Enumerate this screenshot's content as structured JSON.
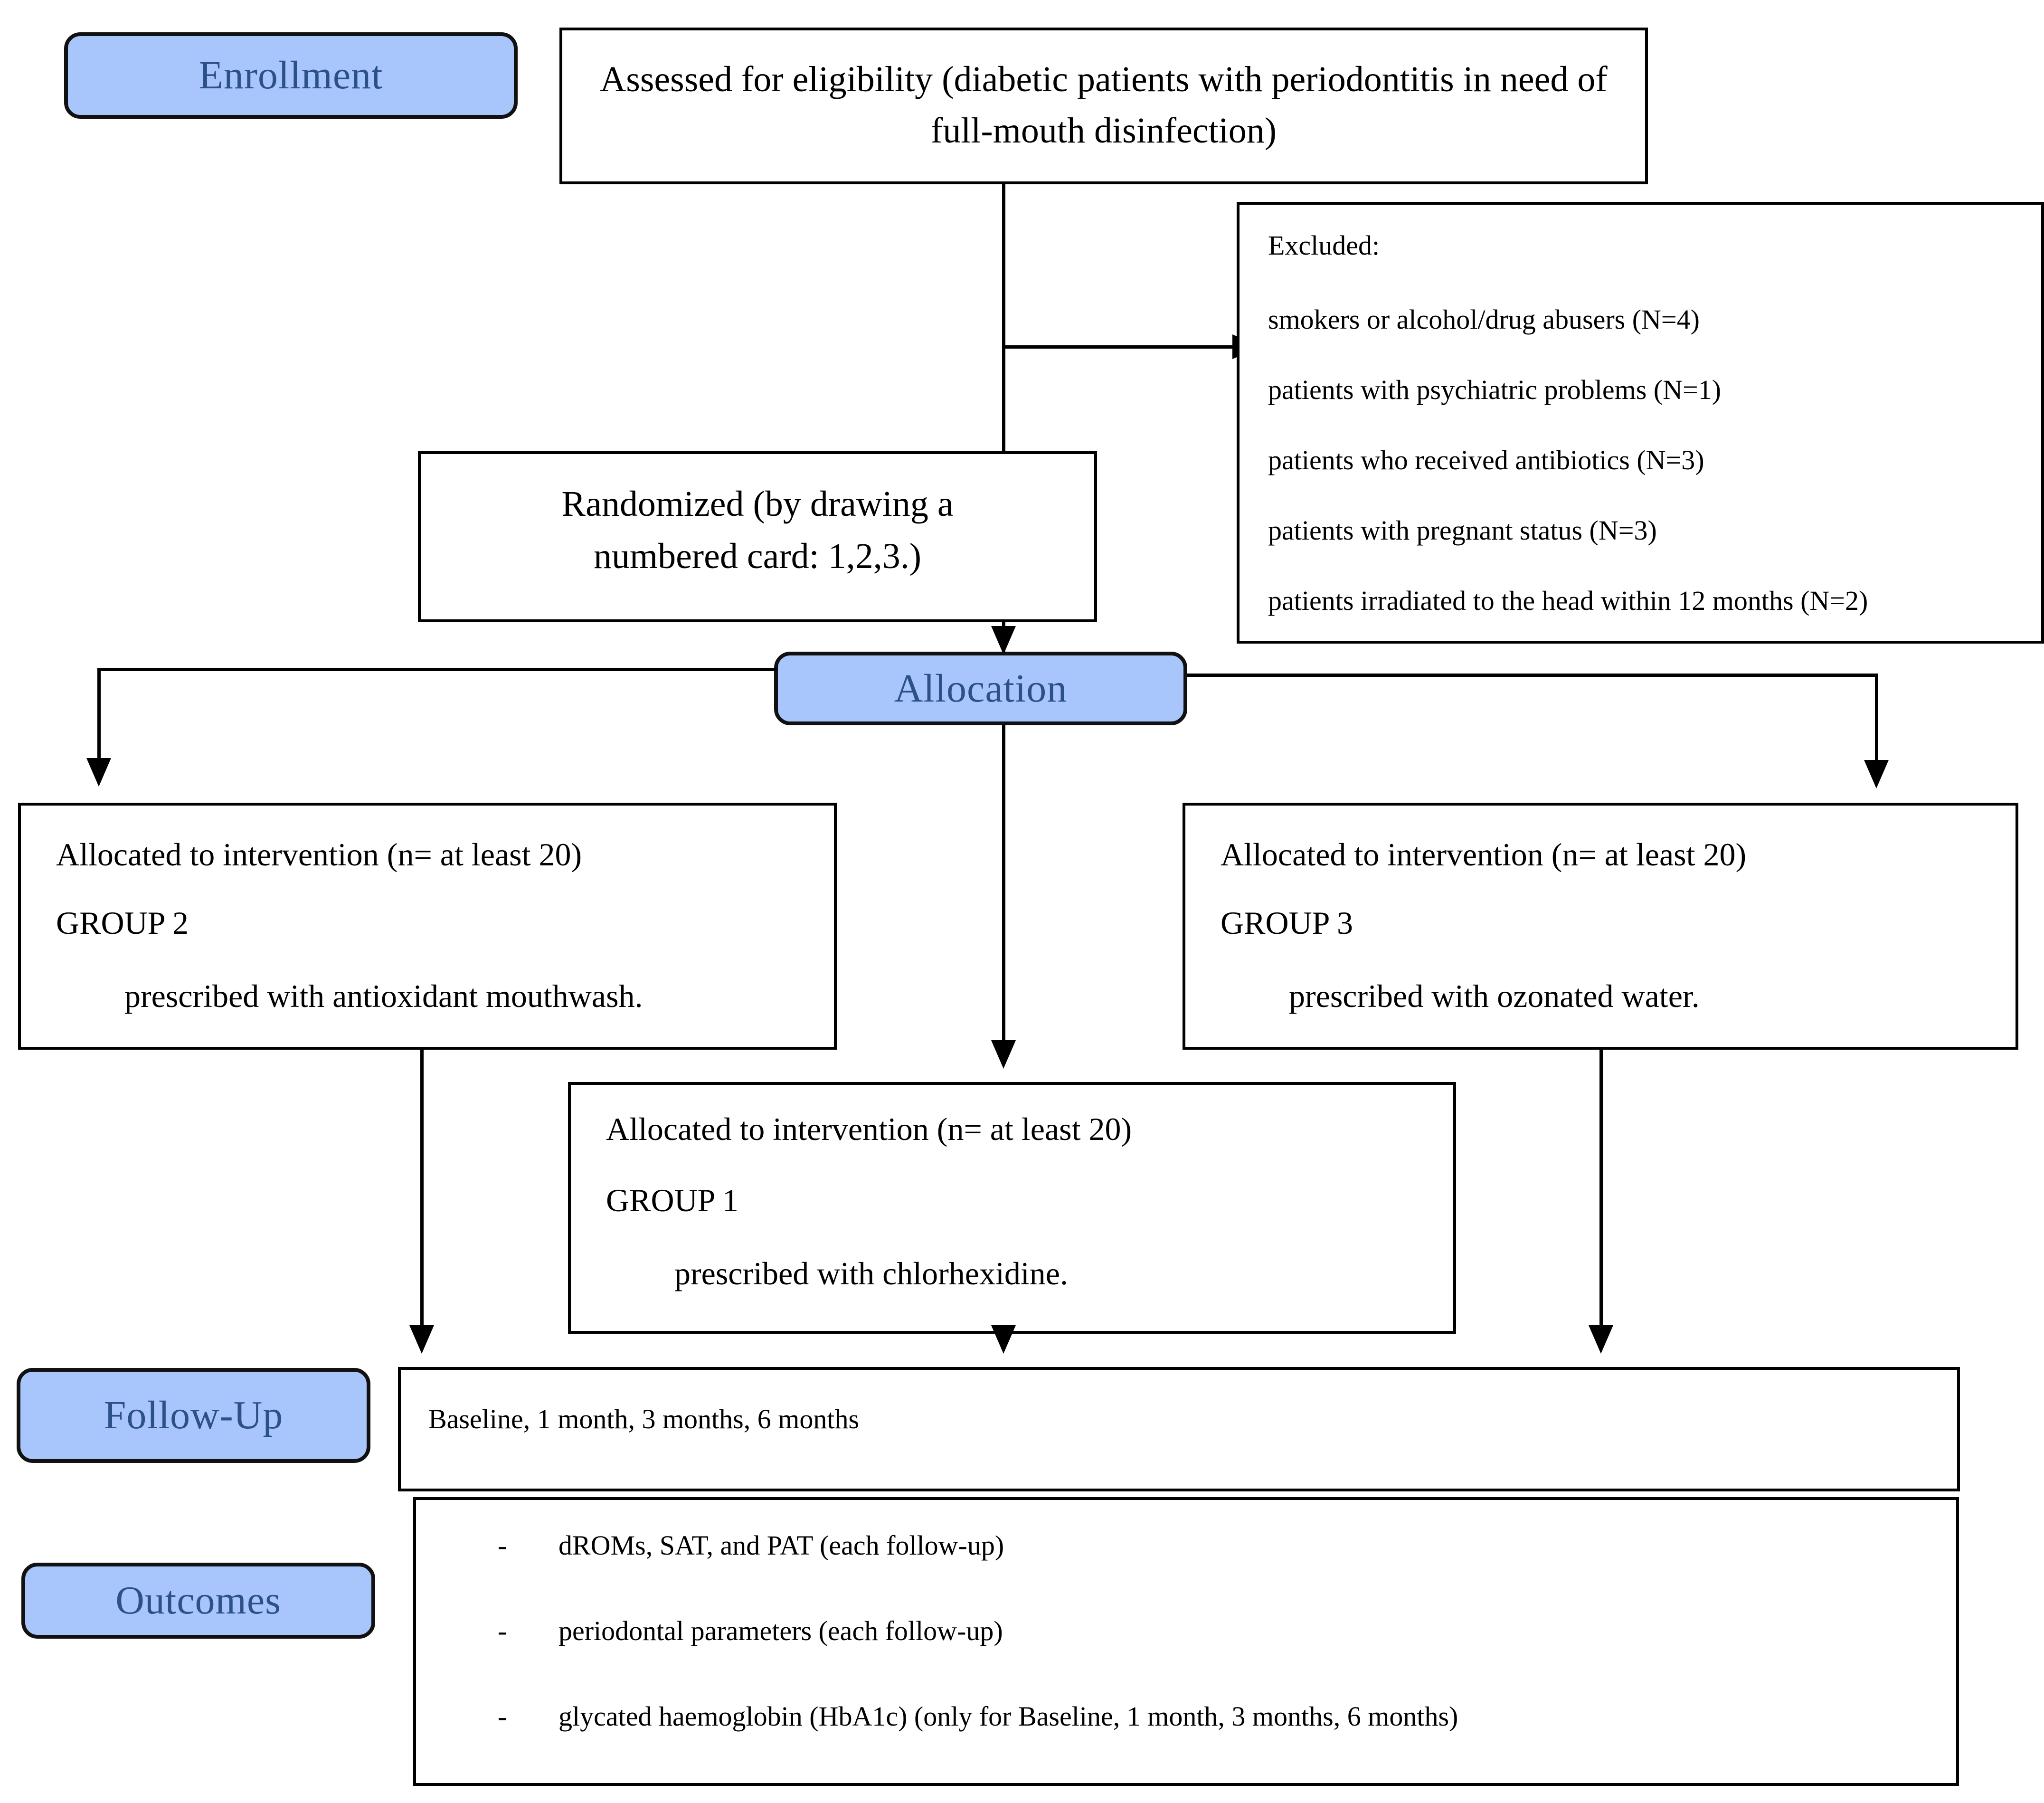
{
  "diagram": {
    "title": "CONSORT participant flow diagram",
    "accent_blue": "#A8C6FC",
    "accent_text": "#2C5088",
    "line_color": "#000000"
  },
  "stages": {
    "enrollment": "Enrollment",
    "allocation": "Allocation",
    "follow_up": "Follow-Up",
    "outcomes": "Outcomes"
  },
  "eligibility": {
    "line1": "Assessed for eligibility (diabetic patients with periodontitis in need of",
    "line2": "full-mouth disinfection)"
  },
  "excluded": {
    "heading": "Excluded:",
    "items": [
      "smokers or alcohol/drug abusers (N=4)",
      "patients with psychiatric problems (N=1)",
      "patients who received antibiotics (N=3)",
      "patients with pregnant status (N=3)",
      "patients irradiated to the head within 12 months (N=2)"
    ]
  },
  "randomized": {
    "line1": "Randomized (by drawing a",
    "line2": "numbered card: 1,2,3.)"
  },
  "groups": {
    "group2": {
      "allocated": "Allocated to intervention (n= at least 20)",
      "name": "GROUP 2",
      "detail": "prescribed with antioxidant mouthwash."
    },
    "group1": {
      "allocated": "Allocated to intervention (n= at least 20)",
      "name": "GROUP 1",
      "detail": "prescribed with chlorhexidine."
    },
    "group3": {
      "allocated": "Allocated to intervention (n= at least 20)",
      "name": "GROUP 3",
      "detail": "prescribed with ozonated water."
    }
  },
  "followup_box": {
    "text": "Baseline, 1 month, 3 months, 6 months"
  },
  "outcomes_box": {
    "bullet_glyph": "-",
    "items": [
      "dROMs, SAT, and PAT (each follow-up)",
      "periodontal parameters (each follow-up)",
      "glycated haemoglobin (HbA1c) (only for Baseline, 1 month, 3 months, 6 months)"
    ]
  }
}
